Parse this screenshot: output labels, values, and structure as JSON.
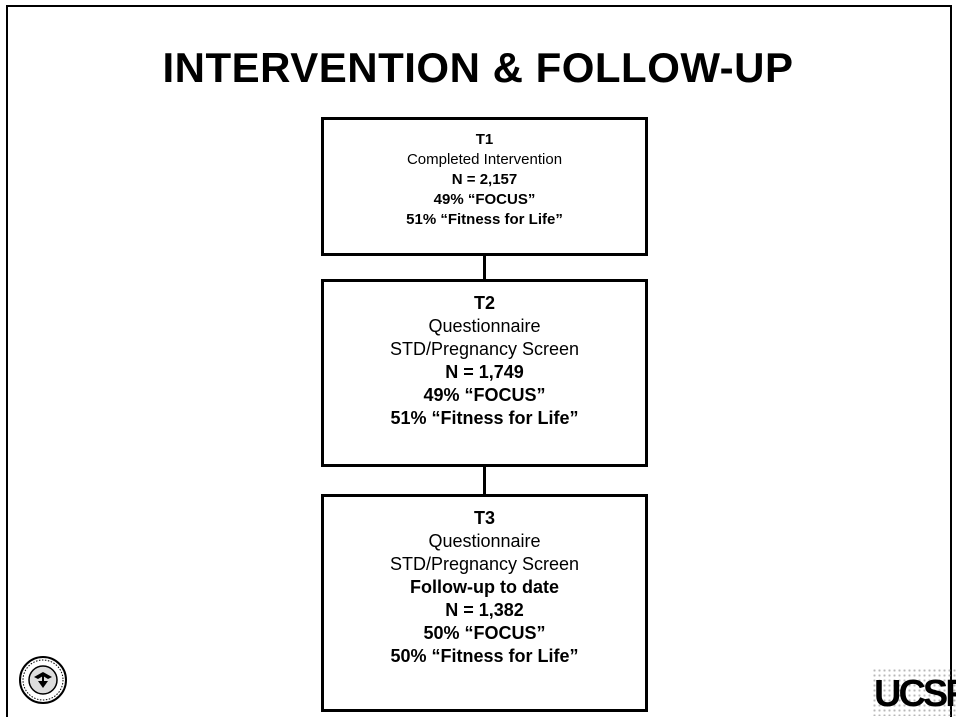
{
  "title": "INTERVENTION & FOLLOW-UP",
  "boxes": [
    {
      "heading": "T1",
      "lines": [
        "Completed Intervention",
        "N = 2,157",
        "49% “FOCUS”",
        "51% “Fitness for Life”"
      ]
    },
    {
      "heading": "T2",
      "lines": [
        "Questionnaire",
        "STD/Pregnancy Screen",
        "N = 1,749",
        "49% “FOCUS”",
        "51% “Fitness for Life”"
      ]
    },
    {
      "heading": "T3",
      "lines": [
        "Questionnaire",
        "STD/Pregnancy Screen",
        "Follow-up to date",
        "N = 1,382",
        "50% “FOCUS”",
        "50% “Fitness for Life”"
      ]
    }
  ],
  "logos": {
    "left": "seal-icon",
    "right": "UCSF"
  }
}
